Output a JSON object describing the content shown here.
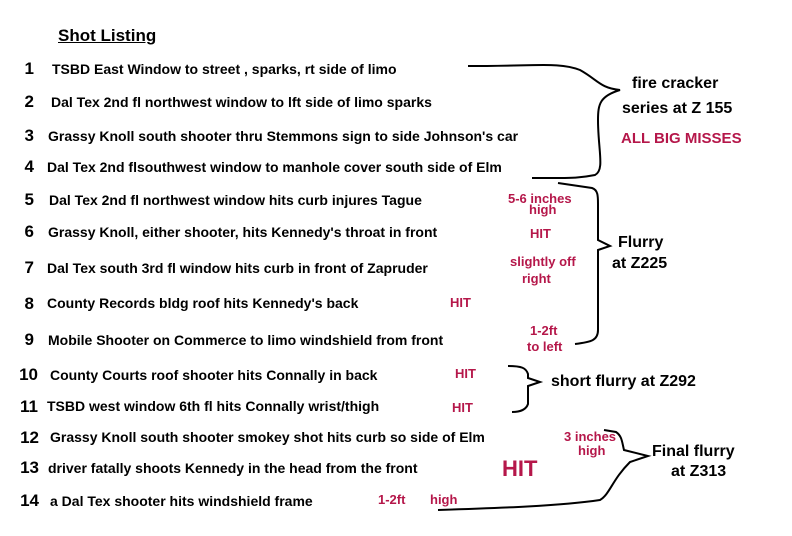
{
  "title": "Shot Listing",
  "shots": [
    {
      "num": "1",
      "text": "TSBD East Window to street , sparks, rt side of limo"
    },
    {
      "num": "2",
      "text": "Dal Tex 2nd fl  northwest window to lft side of limo sparks"
    },
    {
      "num": "3",
      "text": "Grassy Knoll south shooter thru Stemmons sign to side Johnson's car"
    },
    {
      "num": "4",
      "text": "Dal Tex 2nd flsouthwest window to manhole cover south side of Elm"
    },
    {
      "num": "5",
      "text": "Dal Tex 2nd fl northwest window  hits curb injures Tague"
    },
    {
      "num": "6",
      "text": "Grassy Knoll, either shooter, hits Kennedy's throat in front"
    },
    {
      "num": "7",
      "text": "Dal Tex south 3rd fl window hits curb in front of Zapruder"
    },
    {
      "num": "8",
      "text": "County Records bldg roof hits Kennedy's back"
    },
    {
      "num": "9",
      "text": "Mobile Shooter on Commerce to limo windshield from front"
    },
    {
      "num": "10",
      "text": "County Courts roof shooter hits Connally in back"
    },
    {
      "num": "11",
      "text": "TSBD west window 6th fl hits Connally wrist/thigh"
    },
    {
      "num": "12",
      "text": "Grassy Knoll south shooter smokey shot hits curb so side of Elm"
    },
    {
      "num": "13",
      "text": "driver fatally shoots Kennedy in the head from the front"
    },
    {
      "num": "14",
      "text": "a Dal Tex shooter hits windshield frame"
    }
  ],
  "notes": {
    "s5_l1": "5-6 inches",
    "s5_l2": "high",
    "s6": "HIT",
    "s7_l1": "slightly off",
    "s7_l2": "right",
    "s8": "HIT",
    "s9_l1": "1-2ft",
    "s9_l2": "to left",
    "s10": "HIT",
    "s11": "HIT",
    "s12_l1": "3 inches",
    "s12_l2": "high",
    "s13": "HIT",
    "s14_a": "1-2ft",
    "s14_b": "high"
  },
  "groups": {
    "g1_l1": "fire cracker",
    "g1_l2": "series  at Z 155",
    "g1_l3": "ALL BIG MISSES",
    "g2_l1": "Flurry",
    "g2_l2": "at Z225",
    "g3": "short flurry at Z292",
    "g4_l1": "Final flurry",
    "g4_l2": "at  Z313"
  },
  "colors": {
    "accent": "#b5174a",
    "text": "#000000",
    "background": "#ffffff"
  }
}
